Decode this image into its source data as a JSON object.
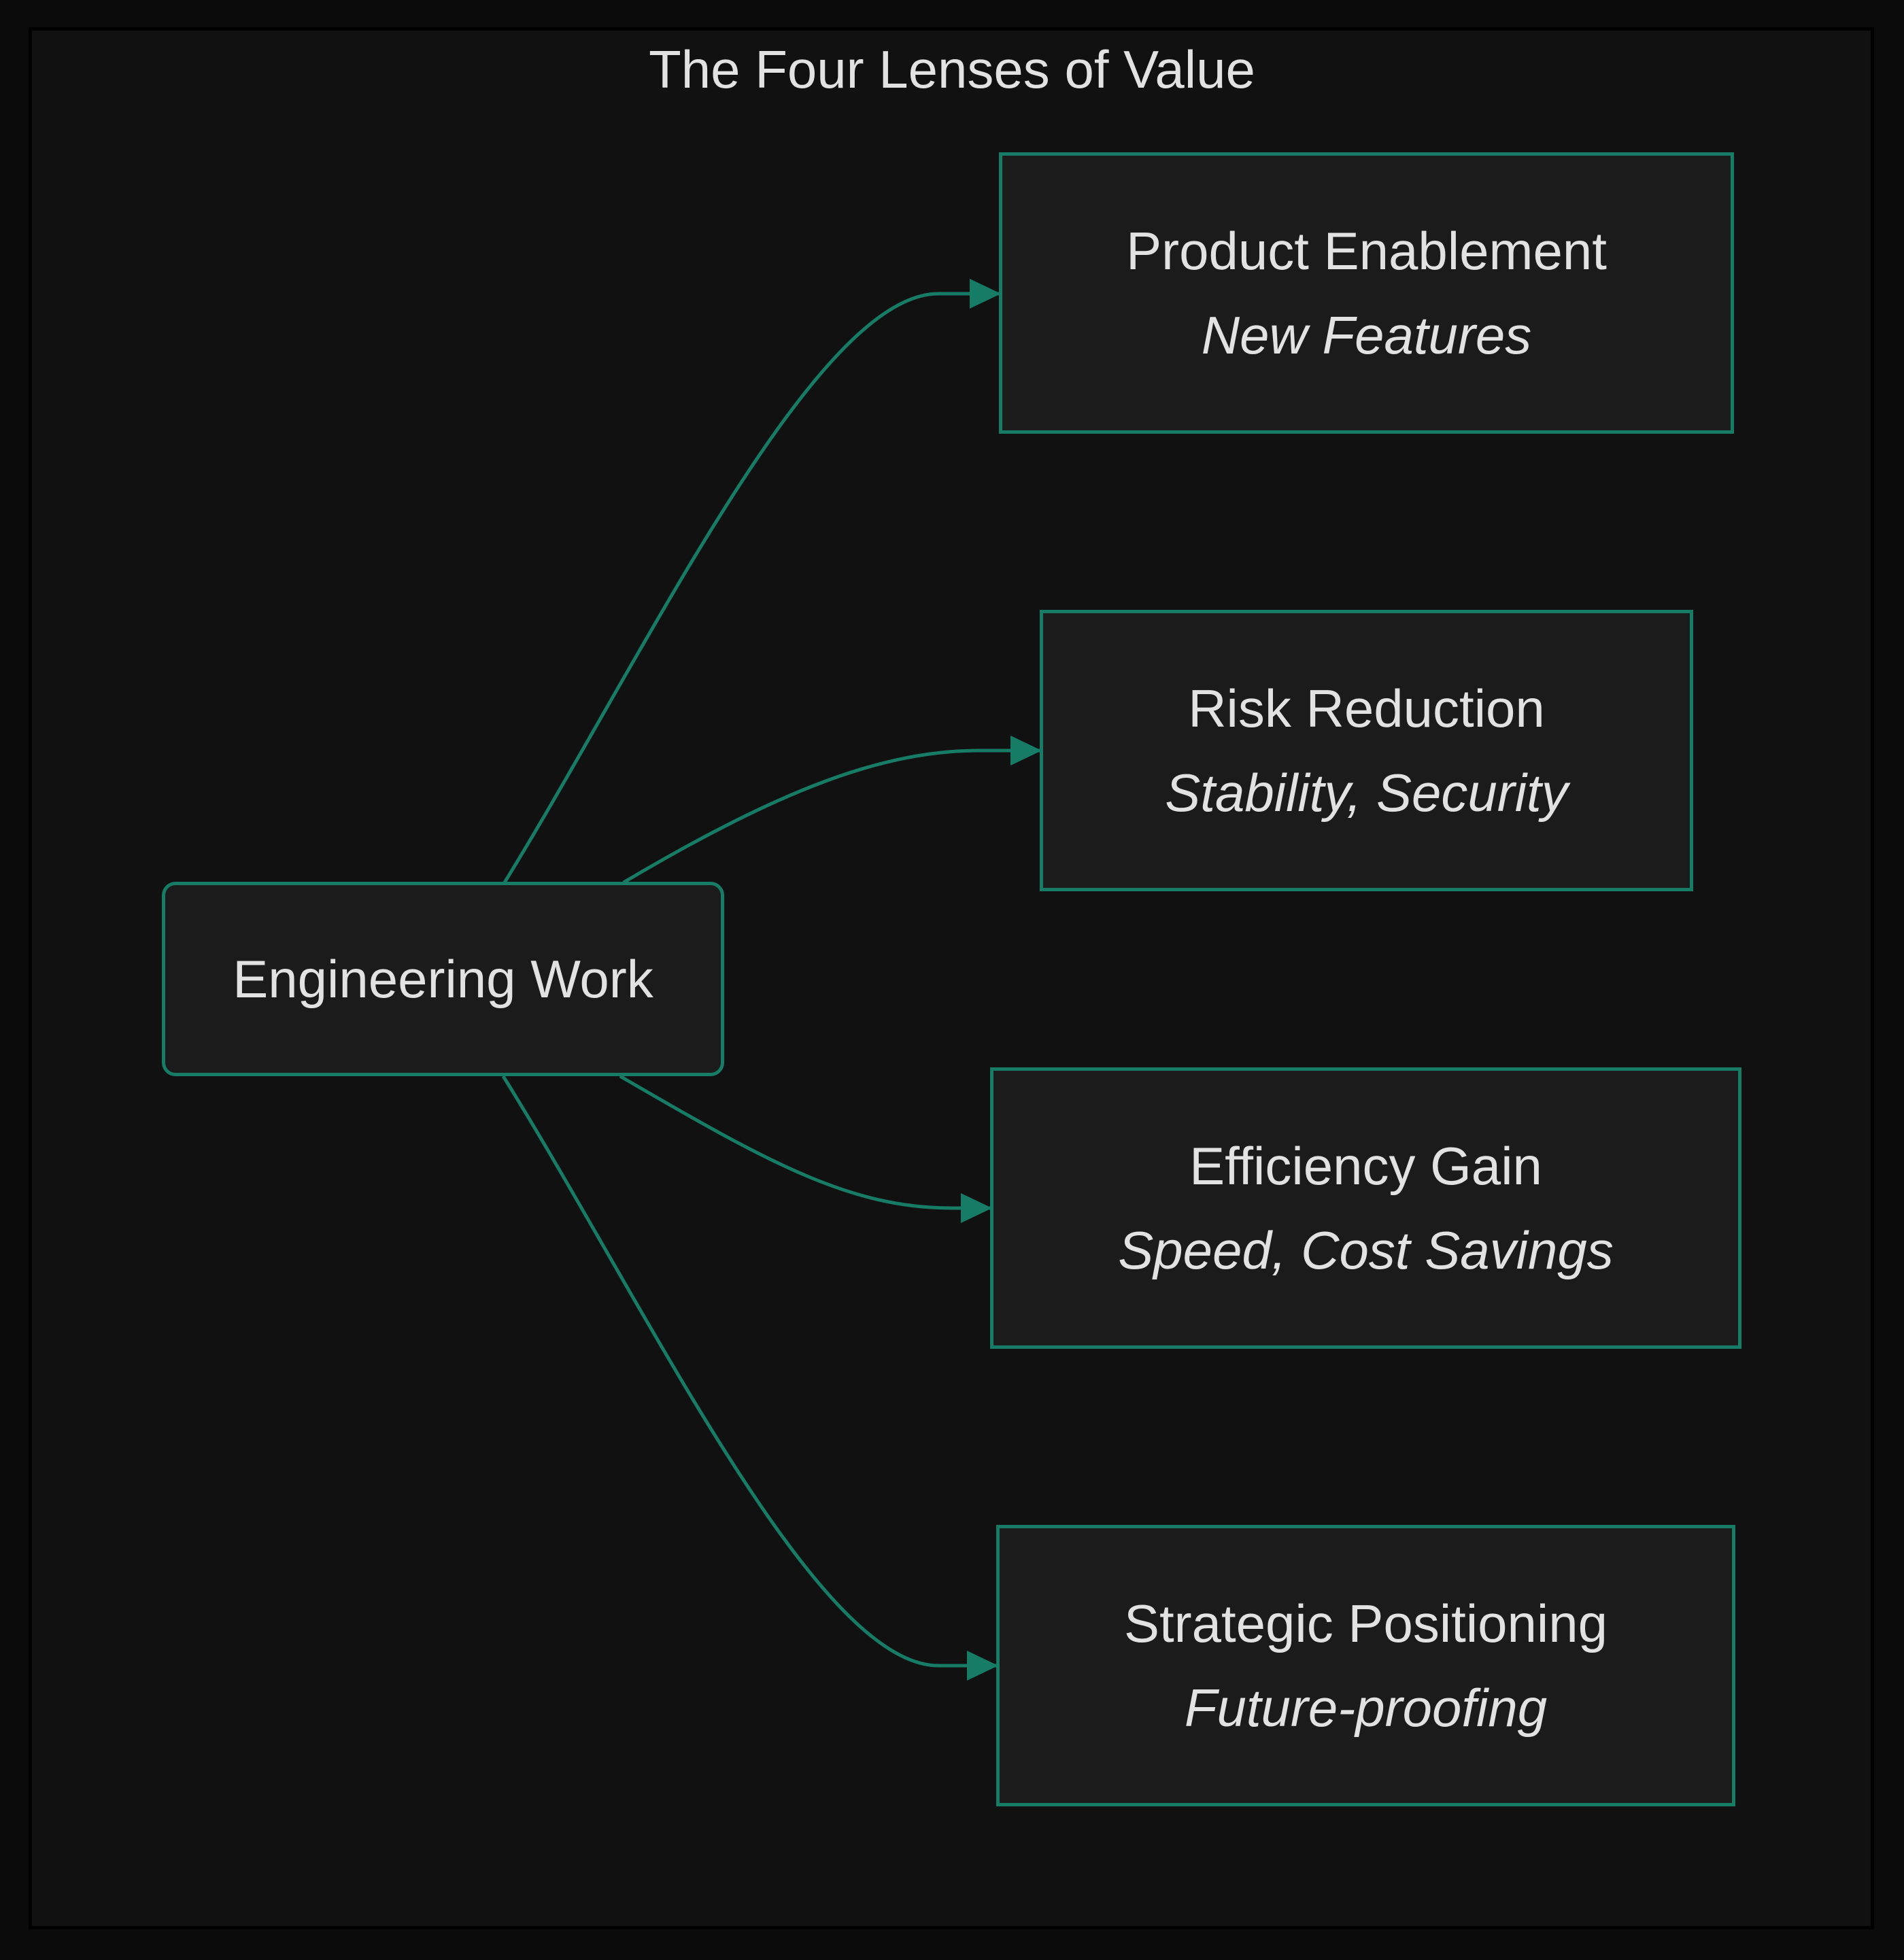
{
  "diagram": {
    "title": "The Four Lenses of Value",
    "accent_color": "#167c66",
    "root": {
      "id": "engineering",
      "label": "Engineering Work"
    },
    "targets": [
      {
        "id": "product",
        "label": "Product Enablement",
        "sub": "New Features"
      },
      {
        "id": "risk",
        "label": "Risk Reduction",
        "sub": "Stability, Security"
      },
      {
        "id": "efficiency",
        "label": "Efficiency Gain",
        "sub": "Speed, Cost Savings"
      },
      {
        "id": "strategic",
        "label": "Strategic Positioning",
        "sub": "Future-proofing"
      }
    ],
    "edges": [
      {
        "from": "engineering",
        "to": "product"
      },
      {
        "from": "engineering",
        "to": "risk"
      },
      {
        "from": "engineering",
        "to": "efficiency"
      },
      {
        "from": "engineering",
        "to": "strategic"
      }
    ]
  }
}
